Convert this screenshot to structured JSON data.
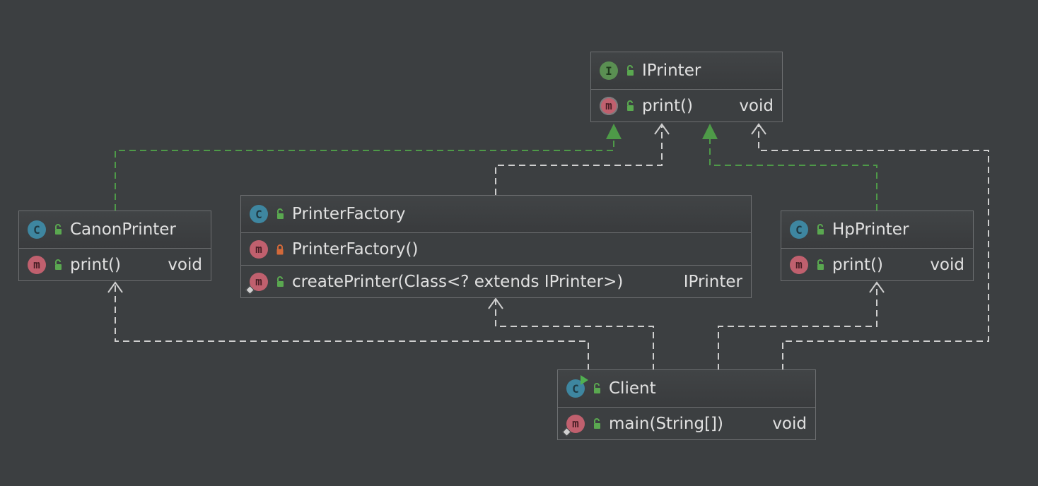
{
  "colors": {
    "background": "#3c3f41",
    "box_border": "#6d6f71",
    "text": "#e0e0e0",
    "realization_arrow": "#4e9a48",
    "dependency_arrow": "#cfcfcf",
    "class_badge": "#3e86a0",
    "interface_badge": "#5a8f52",
    "method_badge": "#c0606e",
    "public_icon": "#5aa850",
    "private_icon": "#d2693a"
  },
  "nodes": {
    "iprinter": {
      "badge": "I",
      "name": "IPrinter",
      "methods": [
        {
          "badge": "m",
          "name": "print()",
          "type": "void"
        }
      ]
    },
    "canon": {
      "badge": "C",
      "name": "CanonPrinter",
      "methods": [
        {
          "badge": "m",
          "name": "print()",
          "type": "void"
        }
      ]
    },
    "factory": {
      "badge": "C",
      "name": "PrinterFactory",
      "methods": [
        {
          "badge": "m",
          "name": "PrinterFactory()",
          "type": ""
        },
        {
          "badge": "m",
          "name": "createPrinter(Class<? extends IPrinter>)",
          "type": "IPrinter"
        }
      ]
    },
    "hp": {
      "badge": "C",
      "name": "HpPrinter",
      "methods": [
        {
          "badge": "m",
          "name": "print()",
          "type": "void"
        }
      ]
    },
    "client": {
      "badge": "C",
      "name": "Client",
      "methods": [
        {
          "badge": "m",
          "name": "main(String[])",
          "type": "void"
        }
      ]
    }
  }
}
